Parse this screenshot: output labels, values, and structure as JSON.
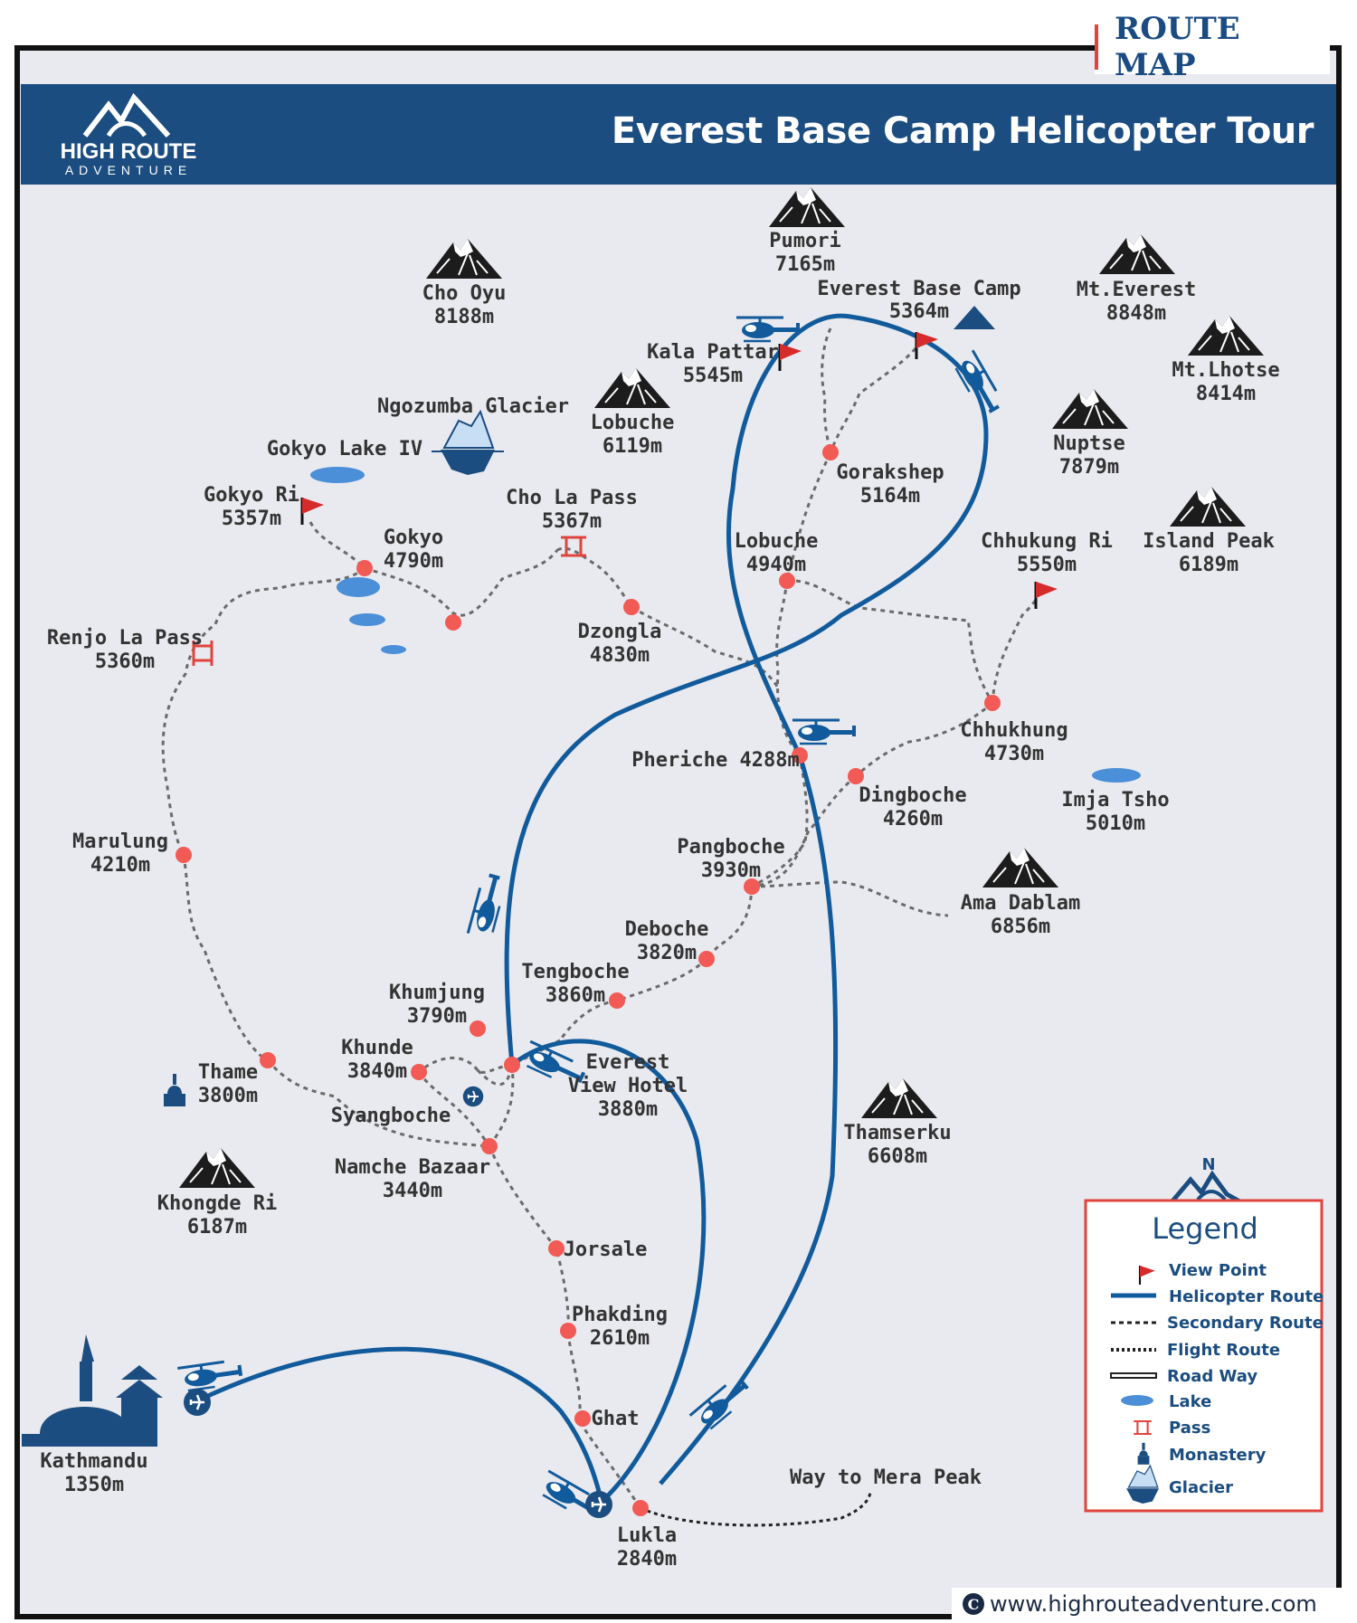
{
  "header": {
    "tag": "ROUTE MAP",
    "title": "Everest Base Camp Helicopter Tour",
    "logo_line1": "HIGH ROUTE",
    "logo_line2": "ADVENTURE"
  },
  "colors": {
    "banner": "#1b4d80",
    "map_bg": "#e9eaef",
    "route_blue": "#115a9b",
    "stop_red": "#f25a55",
    "flag_red": "#d62b2b",
    "lake_blue": "#4a8fd8",
    "pass_red": "#e0443d",
    "frame": "#111111",
    "legend_border": "#e0443d"
  },
  "mountains": [
    {
      "name": "Pumori",
      "elev": "7165m"
    },
    {
      "name": "Cho Oyu",
      "elev": "8188m"
    },
    {
      "name": "Mt.Everest",
      "elev": "8848m"
    },
    {
      "name": "Mt.Lhotse",
      "elev": "8414m"
    },
    {
      "name": "Lobuche",
      "elev": "6119m"
    },
    {
      "name": "Nuptse",
      "elev": "7879m"
    },
    {
      "name": "Island Peak",
      "elev": "6189m"
    },
    {
      "name": "Ama Dablam",
      "elev": "6856m"
    },
    {
      "name": "Thamserku",
      "elev": "6608m"
    },
    {
      "name": "Khongde Ri",
      "elev": "6187m"
    }
  ],
  "viewpoints": [
    {
      "name": "Everest Base Camp",
      "elev": "5364m"
    },
    {
      "name": "Kala Pattar",
      "elev": "5545m"
    },
    {
      "name": "Gokyo Ri",
      "elev": "5357m"
    },
    {
      "name": "Chhukung Ri",
      "elev": "5550m"
    }
  ],
  "passes": [
    {
      "name": "Cho La Pass",
      "elev": "5367m"
    },
    {
      "name": "Renjo La Pass",
      "elev": "5360m"
    }
  ],
  "lakes": [
    {
      "name": "Gokyo Lake IV"
    },
    {
      "name": "Imja Tsho",
      "elev": "5010m"
    }
  ],
  "glacier": {
    "name": "Ngozumba Glacier"
  },
  "monastery": {
    "name": "Thame",
    "elev": "3800m"
  },
  "stops": [
    {
      "name": "Gorakshep",
      "elev": "5164m"
    },
    {
      "name": "Lobuche",
      "elev": "4940m"
    },
    {
      "name": "Gokyo",
      "elev": "4790m"
    },
    {
      "name": "Dzongla",
      "elev": "4830m"
    },
    {
      "name": "Chhukhung",
      "elev": "4730m"
    },
    {
      "name": "Pheriche 4288m"
    },
    {
      "name": "Dingboche",
      "elev": "4260m"
    },
    {
      "name": "Pangboche",
      "elev": "3930m"
    },
    {
      "name": "Deboche",
      "elev": "3820m"
    },
    {
      "name": "Tengboche",
      "elev": "3860m"
    },
    {
      "name": "Khumjung",
      "elev": "3790m"
    },
    {
      "name": "Khunde",
      "elev": "3840m"
    },
    {
      "name": "Everest",
      "elev": "View Hotel",
      "extra": "3880m"
    },
    {
      "name": "Syangboche"
    },
    {
      "name": "Namche Bazaar",
      "elev": "3440m"
    },
    {
      "name": "Marulung",
      "elev": "4210m"
    },
    {
      "name": "Jorsale"
    },
    {
      "name": "Phakding",
      "elev": "2610m"
    },
    {
      "name": "Ghat"
    },
    {
      "name": "Lukla",
      "elev": "2840m"
    }
  ],
  "kathmandu": {
    "name": "Kathmandu",
    "elev": "1350m"
  },
  "mera": {
    "name": "Way to Mera Peak"
  },
  "legend": {
    "north": "N",
    "title": "Legend",
    "items": [
      "View Point",
      "Helicopter Route",
      "Secondary Route",
      "Flight Route",
      "Road Way",
      "Lake",
      "Pass",
      "Monastery",
      "Glacier"
    ]
  },
  "footer": {
    "copyright": "C",
    "url": "www.highrouteadventure.com"
  }
}
